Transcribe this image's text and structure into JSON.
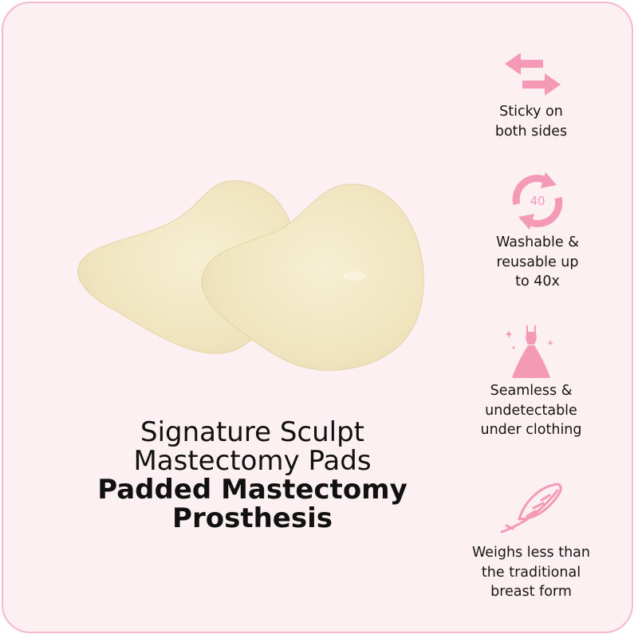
{
  "title": {
    "line1": "Signature Sculpt",
    "line2": "Mastectomy Pads",
    "line3": "Padded Mastectomy",
    "line4": "Prosthesis"
  },
  "features": [
    {
      "icon": "double-arrow-icon",
      "lines": [
        "Sticky on",
        "both sides"
      ]
    },
    {
      "icon": "recycle-40-icon",
      "badge": "40",
      "lines": [
        "Washable &",
        "reusable up",
        "to 40x"
      ]
    },
    {
      "icon": "dress-sparkle-icon",
      "lines": [
        "Seamless &",
        "undetectable",
        "under clothing"
      ]
    },
    {
      "icon": "feather-icon",
      "lines": [
        "Weighs less than",
        "the traditional",
        "breast form"
      ]
    }
  ],
  "colors": {
    "accent": "#f59ab6",
    "background": "#fdf0f2",
    "border": "#f6b8cc",
    "pad": "#f2e8c6"
  }
}
